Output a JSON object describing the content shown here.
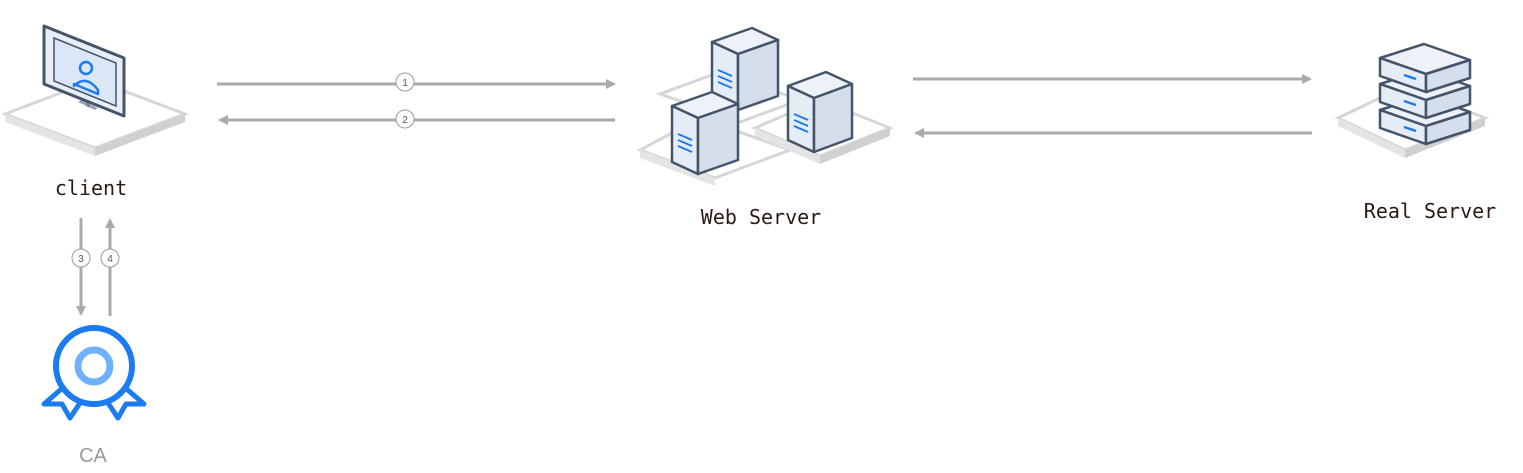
{
  "nodes": {
    "client": {
      "label": "client",
      "icon": "monitor-user-icon"
    },
    "web_server": {
      "label": "Web Server",
      "icon": "server-cluster-icon"
    },
    "real_server": {
      "label": "Real Server",
      "icon": "server-stack-icon"
    },
    "ca": {
      "label": "CA",
      "icon": "certificate-badge-icon"
    }
  },
  "steps": {
    "s1": "1",
    "s2": "2",
    "s3": "3",
    "s4": "4"
  },
  "colors": {
    "arrow": "#aaaaaa",
    "icon_blue": "#1b7bf0",
    "icon_light_blue": "#6fb1ff",
    "server_stroke": "#44546a",
    "platform": "#d6d6d6"
  }
}
